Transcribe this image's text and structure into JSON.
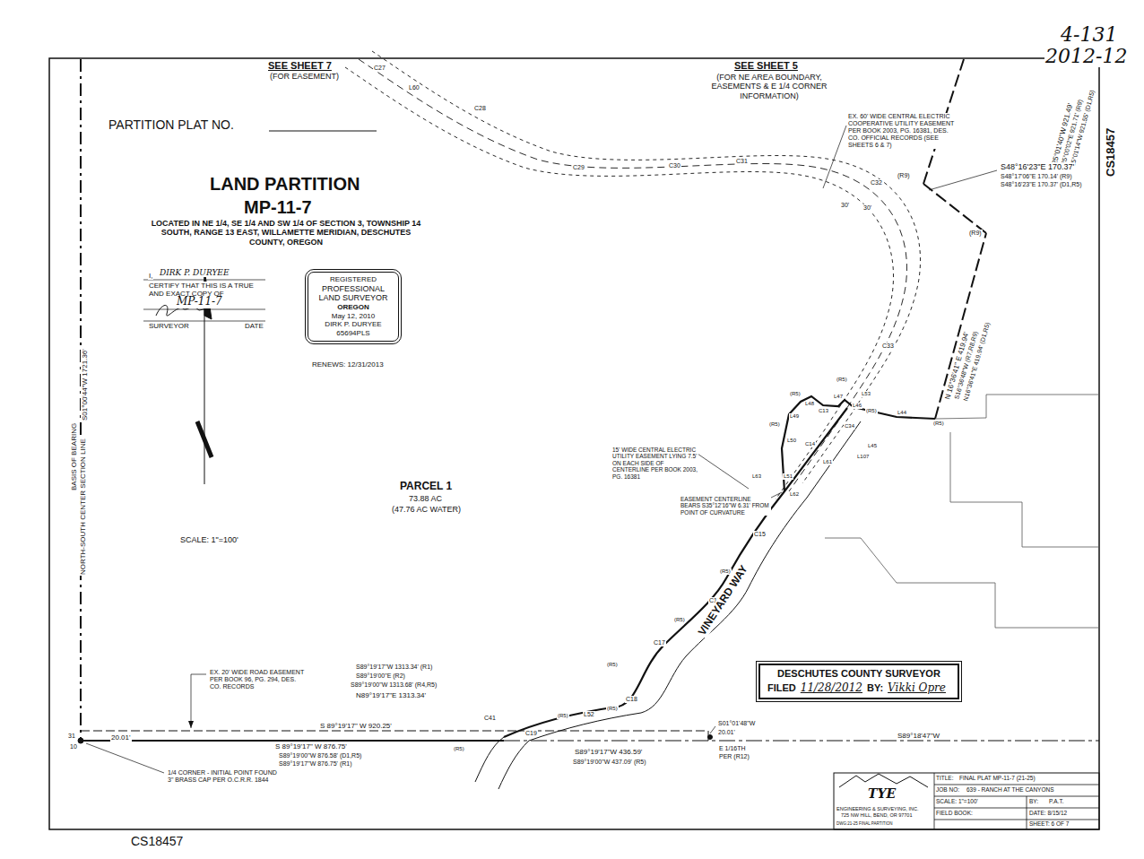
{
  "diagram": {
    "nodes": [
      {
        "text": [
          "REGISTERED",
          "PROFESSIONAL LAND SURVEYOR",
          "OREGON",
          "May 12, 2010",
          "DIRK P. DURYEE",
          "65694PLS"
        ]
      },
      {
        "text": [
          "DESCHUTES COUNTY SURVEYOR",
          "FILED",
          "11/28/2012",
          "BY:",
          "Vikki Opre"
        ]
      },
      {
        "text": [
          "TITLE:",
          "FINAL PLAT MP-11-7 (21-25)",
          "JOB NO:",
          "639 - RANCH AT THE CANYONS",
          "SCALE: 1\"=100'",
          "BY:",
          "P.A.T.",
          "FIELD BOOK:",
          "DATE: 8/15/12",
          "SHEET: 6 OF 7",
          "TYE",
          "ENGINEERING & SURVEYING, INC.",
          "725 NW HILL, BEND, OR 97701",
          "DWG:21-25 FINAL PARTITION"
        ]
      }
    ],
    "labels": [
      "4-131",
      "2012-12",
      "CS18457",
      "CS18457",
      "SEE SHEET 7",
      "(FOR EASEMENT)",
      "SEE SHEET 5",
      "(FOR NE AREA BOUNDARY, EASEMENTS & E 1/4 CORNER INFORMATION)",
      "PARTITION PLAT NO.",
      "LAND PARTITION",
      "MP-11-7",
      "LOCATED IN NE 1/4, SE 1/4 AND SW 1/4 OF SECTION 3, TOWNSHIP 14 SOUTH, RANGE 13 EAST, WILLAMETTE MERIDIAN, DESCHUTES COUNTY, OREGON",
      "I,",
      "DIRK P. DURYEE",
      "CERTIFY THAT THIS IS A TRUE AND EXACT COPY OF",
      "MP-11-7",
      "SURVEYOR",
      "DATE",
      "RENEWS: 12/31/2013",
      "SCALE: 1\"=100'",
      "BASIS OF BEARING",
      "NORTH-SOUTH CENTER SECTION LINE",
      "S01°00'44\"W 1721.36'",
      "PARCEL 1",
      "73.88 AC",
      "(47.76 AC WATER)",
      "EX. 60' WIDE CENTRAL ELECTRIC COOPERATIVE UTILITY EASEMENT PER BOOK 2003, PG. 16381, DES. CO. OFFICIAL RECORDS (SEE SHEETS 6 & 7)",
      "S25°01'40\"W 921.49'",
      "S25°00'02\"E 921.71' (R9)",
      "S25°01'14\"W 921.55' (D1,R5)",
      "S48°16'23\"E 170.37'",
      "S48°17'06\"E 170.14' (R9)",
      "S48°16'23\"E 170.37' (D1,R5)",
      "(R9)",
      "(R9)",
      "N 16°36'41\" E 419.94'",
      "S16°36'48\"W (R7,R8,R9)",
      "N16°36'41\"E 419.94' (D1,R5)",
      "C27",
      "L60",
      "C28",
      "C29",
      "C30",
      "C31",
      "C32",
      "30'",
      "30'",
      "C33",
      "(R5)",
      "L53",
      "L47",
      "C13",
      "L48",
      "(R5)",
      "L49",
      "(R5)",
      "C14",
      "L50",
      "L46",
      "(R5)",
      "C34",
      "L44",
      "(R5)",
      "L45",
      "L107",
      "L51",
      "L61",
      "L62",
      "L63",
      "C15",
      "(R5)",
      "C16",
      "(R5)",
      "C17",
      "(R5)",
      "C18",
      "(R5)",
      "L52",
      "(R5)",
      "C19",
      "C41",
      "(R5)",
      "15' WIDE CENTRAL ELECTRIC UTILITY EASEMENT LYING 7.5' ON EACH SIDE OF CENTERLINE PER BOOK 2003, PG. 16381",
      "EASEMENT CENTERLINE BEARS S35°12'16\"W 6.31' FROM POINT OF CURVATURE",
      "VINEYARD WAY",
      "EX. 20' WIDE ROAD EASEMENT PER BOOK 96, PG. 294, DES. CO. RECORDS",
      "S89°19'17\"W 1313.34' (R1)",
      "S89°19'00\"E (R2)",
      "S89°19'00\"W 1313.68' (R4,R5)",
      "N89°19'17\"E 1313.34'",
      "S 89°19'17\" W 920.25'",
      "20.01'",
      "S 89°19'17\" W 876.75'",
      "S89°19'00\"W 876.58' (D1,R5)",
      "S89°19'17\"W 876.75' (R1)",
      "31",
      "10",
      "1/4 CORNER - INITIAL POINT FOUND 3\" BRASS CAP PER O.C.R.R. 1844",
      "S89°19'17\"W 436.59'",
      "S89°19'00\"W 437.09' (R5)",
      "S01°01'48\"W",
      "20.01'",
      "E 1/16TH",
      "PER (R12)",
      "S89°18'47\"W"
    ]
  }
}
